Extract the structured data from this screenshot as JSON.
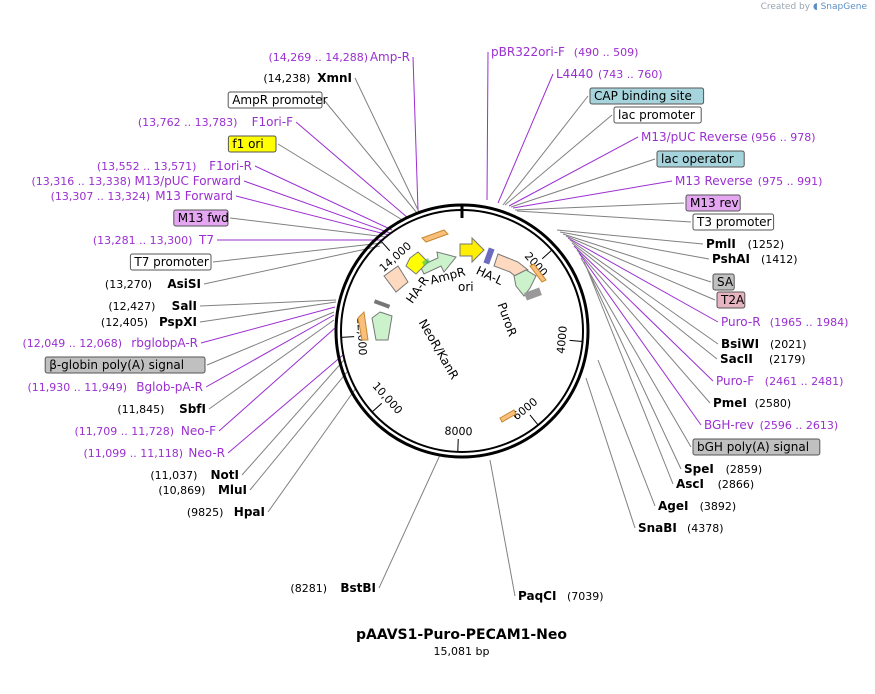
{
  "credit": {
    "prefix": "Created by",
    "brand": "SnapGene"
  },
  "plasmid": {
    "name": "pAAVS1-Puro-PECAM1-Neo",
    "length": "15,081 bp"
  },
  "colors": {
    "enzyme": "#000000",
    "primer": "#9b2fd1",
    "leader_gray": "#808080",
    "leader_purple": "#9b2fd1",
    "yellow_box": "#ffff00",
    "magenta_box": "#e5a6f2",
    "cyan_box": "#a6d4dd",
    "gray_box": "#c0c0c0",
    "pink_box": "#e6b3c1",
    "white_box": "#ffffff"
  },
  "ruler": [
    "2000",
    "4000",
    "6000",
    "8000",
    "10,000",
    "12,000",
    "14,000"
  ],
  "inner_features": [
    "AmpR",
    "ori",
    "HA-L",
    "PuroR",
    "HA-R",
    "NeoR/KanR"
  ],
  "labels_left": [
    {
      "coords": "(14,269 .. 14,288)",
      "name": "Amp-R",
      "kind": "primer"
    },
    {
      "coords": "(14,238)",
      "name": "XmnI",
      "kind": "enzyme"
    },
    {
      "coords": "",
      "name": "AmpR promoter",
      "kind": "box-white"
    },
    {
      "coords": "(13,762 .. 13,783)",
      "name": "F1ori-F",
      "kind": "primer"
    },
    {
      "coords": "",
      "name": "f1 ori",
      "kind": "box-yellow"
    },
    {
      "coords": "(13,552 .. 13,571)",
      "name": "F1ori-R",
      "kind": "primer"
    },
    {
      "coords": "(13,316 .. 13,338)",
      "name": "M13/pUC Forward",
      "kind": "primer"
    },
    {
      "coords": "(13,307 .. 13,324)",
      "name": "M13 Forward",
      "kind": "primer"
    },
    {
      "coords": "",
      "name": "M13 fwd",
      "kind": "box-magenta"
    },
    {
      "coords": "(13,281 .. 13,300)",
      "name": "T7",
      "kind": "primer"
    },
    {
      "coords": "",
      "name": "T7 promoter",
      "kind": "box-white"
    },
    {
      "coords": "(13,270)",
      "name": "AsiSI",
      "kind": "enzyme"
    },
    {
      "coords": "(12,427)",
      "name": "SalI",
      "kind": "enzyme"
    },
    {
      "coords": "(12,405)",
      "name": "PspXI",
      "kind": "enzyme"
    },
    {
      "coords": "(12,049 .. 12,068)",
      "name": "rbglobpA-R",
      "kind": "primer"
    },
    {
      "coords": "",
      "name": "β-globin poly(A) signal",
      "kind": "box-gray"
    },
    {
      "coords": "(11,930 .. 11,949)",
      "name": "Bglob-pA-R",
      "kind": "primer"
    },
    {
      "coords": "(11,845)",
      "name": "SbfI",
      "kind": "enzyme"
    },
    {
      "coords": "(11,709 .. 11,728)",
      "name": "Neo-F",
      "kind": "primer"
    },
    {
      "coords": "(11,099 .. 11,118)",
      "name": "Neo-R",
      "kind": "primer"
    },
    {
      "coords": "(11,037)",
      "name": "NotI",
      "kind": "enzyme"
    },
    {
      "coords": "(10,869)",
      "name": "MluI",
      "kind": "enzyme"
    },
    {
      "coords": "(9825)",
      "name": "HpaI",
      "kind": "enzyme"
    },
    {
      "coords": "(8281)",
      "name": "BstBI",
      "kind": "enzyme"
    }
  ],
  "labels_right": [
    {
      "coords": "(490 .. 509)",
      "name": "pBR322ori-F",
      "kind": "primer"
    },
    {
      "coords": "(743 .. 760)",
      "name": "L4440",
      "kind": "primer"
    },
    {
      "coords": "",
      "name": "CAP binding site",
      "kind": "box-cyan"
    },
    {
      "coords": "",
      "name": "lac promoter",
      "kind": "box-white"
    },
    {
      "coords": "(956 .. 978)",
      "name": "M13/pUC Reverse",
      "kind": "primer"
    },
    {
      "coords": "",
      "name": "lac operator",
      "kind": "box-cyan"
    },
    {
      "coords": "(975 .. 991)",
      "name": "M13 Reverse",
      "kind": "primer"
    },
    {
      "coords": "",
      "name": "M13 rev",
      "kind": "box-magenta"
    },
    {
      "coords": "",
      "name": "T3 promoter",
      "kind": "box-white"
    },
    {
      "coords": "(1252)",
      "name": "PmlI",
      "kind": "enzyme"
    },
    {
      "coords": "(1412)",
      "name": "PshAI",
      "kind": "enzyme"
    },
    {
      "coords": "",
      "name": "SA",
      "kind": "box-gray"
    },
    {
      "coords": "",
      "name": "T2A",
      "kind": "box-pink"
    },
    {
      "coords": "(1965 .. 1984)",
      "name": "Puro-R",
      "kind": "primer"
    },
    {
      "coords": "(2021)",
      "name": "BsiWI",
      "kind": "enzyme"
    },
    {
      "coords": "(2179)",
      "name": "SacII",
      "kind": "enzyme"
    },
    {
      "coords": "(2461 .. 2481)",
      "name": "Puro-F",
      "kind": "primer"
    },
    {
      "coords": "(2580)",
      "name": "PmeI",
      "kind": "enzyme"
    },
    {
      "coords": "(2596 .. 2613)",
      "name": "BGH-rev",
      "kind": "primer"
    },
    {
      "coords": "",
      "name": "bGH poly(A) signal",
      "kind": "box-gray"
    },
    {
      "coords": "(2859)",
      "name": "SpeI",
      "kind": "enzyme"
    },
    {
      "coords": "(2866)",
      "name": "AscI",
      "kind": "enzyme"
    },
    {
      "coords": "(3892)",
      "name": "AgeI",
      "kind": "enzyme"
    },
    {
      "coords": "(4378)",
      "name": "SnaBI",
      "kind": "enzyme"
    },
    {
      "coords": "(7039)",
      "name": "PaqCI",
      "kind": "enzyme"
    }
  ]
}
